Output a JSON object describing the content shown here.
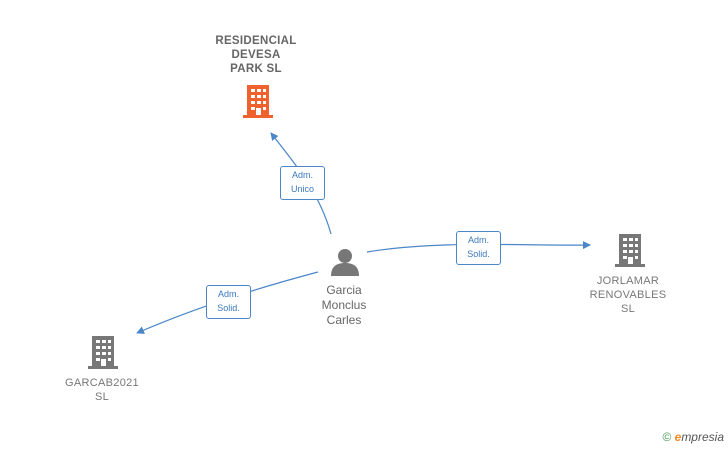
{
  "nodes": {
    "residencial": {
      "lines": [
        "RESIDENCIAL",
        "DEVESA",
        "PARK  SL"
      ],
      "color": "#f0622d"
    },
    "jorlamar": {
      "lines": [
        "JORLAMAR",
        "RENOVABLES",
        "SL"
      ],
      "color": "#777777"
    },
    "garcab": {
      "lines": [
        "GARCAB2021",
        "SL"
      ],
      "color": "#777777"
    },
    "person": {
      "lines": [
        "Garcia",
        "Monclus",
        "Carles"
      ],
      "color": "#777777"
    }
  },
  "edges": {
    "to_residencial": {
      "lines": [
        "Adm.",
        "Unico"
      ]
    },
    "to_jorlamar": {
      "lines": [
        "Adm.",
        "Solid."
      ]
    },
    "to_garcab": {
      "lines": [
        "Adm.",
        "Solid."
      ]
    }
  },
  "colors": {
    "edge": "#4a86c8",
    "building_gray": "#777777",
    "building_main": "#f0622d"
  },
  "footer": {
    "copyright": "©",
    "brand_initial": "e",
    "brand_rest": "mpresia"
  }
}
